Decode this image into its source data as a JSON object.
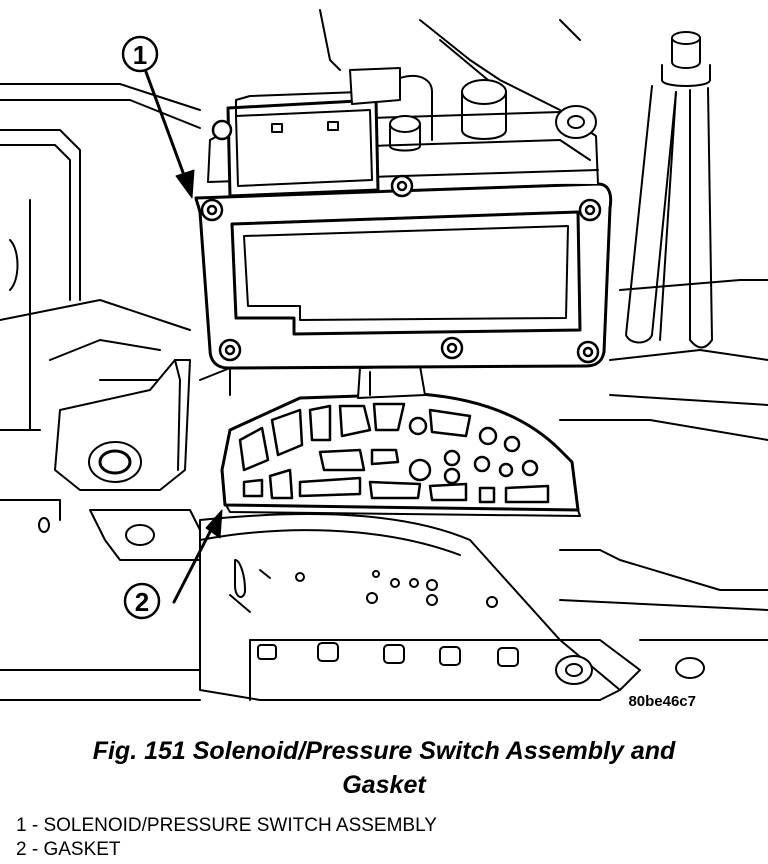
{
  "figure": {
    "image_code": "80be46c7",
    "callouts": [
      {
        "number": "1",
        "label": "SOLENOID/PRESSURE SWITCH ASSEMBLY"
      },
      {
        "number": "2",
        "label": "GASKET"
      }
    ]
  },
  "caption": {
    "line1": "Fig. 151 Solenoid/Pressure Switch Assembly and",
    "line2": "Gasket"
  },
  "legend": {
    "items": [
      "1 - SOLENOID/PRESSURE SWITCH ASSEMBLY",
      "2 - GASKET"
    ]
  }
}
